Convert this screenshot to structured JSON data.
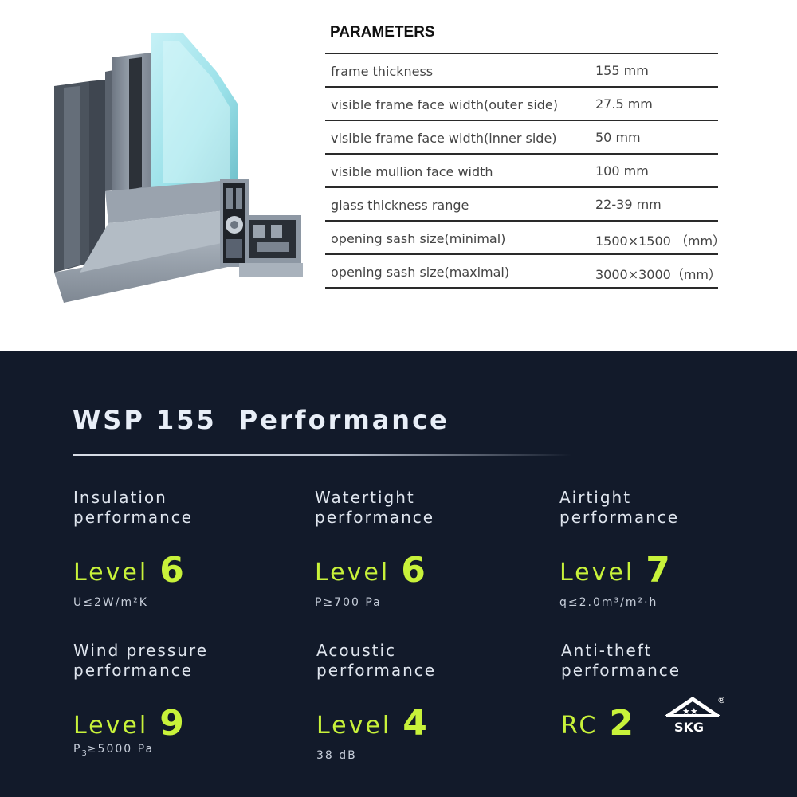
{
  "parameters": {
    "title": "PARAMETERS",
    "rows": [
      {
        "label": "frame thickness",
        "value": "155 mm"
      },
      {
        "label": "visible frame face width(outer side)",
        "value": "27.5 mm"
      },
      {
        "label": "visible frame face width(inner side)",
        "value": "50 mm"
      },
      {
        "label": "visible mullion face width",
        "value": "100 mm"
      },
      {
        "label": "glass thickness range",
        "value": "22-39 mm"
      },
      {
        "label": "opening sash size(minimal)",
        "value": "1500×1500  （mm）"
      },
      {
        "label": "opening sash size(maximal)",
        "value": "3000×3000（mm）"
      }
    ]
  },
  "performance": {
    "title_model": "WSP 155",
    "title_word": "Performance",
    "metrics": [
      {
        "name_line1": "Insulation",
        "name_line2": "performance",
        "level_word": "Level",
        "level_num": "6",
        "spec": "U≤2W/m²K"
      },
      {
        "name_line1": "Watertight",
        "name_line2": "performance",
        "level_word": "Level",
        "level_num": "6",
        "spec": "P≥700 Pa"
      },
      {
        "name_line1": "Airtight",
        "name_line2": "performance",
        "level_word": "Level",
        "level_num": "7",
        "spec": "q≤2.0m³/m²·h"
      },
      {
        "name_line1": "Wind pressure",
        "name_line2": "performance",
        "level_word": "Level",
        "level_num": "9",
        "spec_prefix": "P",
        "spec_sub": "3",
        "spec_rest": "≥5000 Pa"
      },
      {
        "name_line1": "Acoustic",
        "name_line2": "performance",
        "level_word": "Level",
        "level_num": "4",
        "spec": "38 dB"
      },
      {
        "name_line1": "Anti-theft",
        "name_line2": "performance",
        "level_word": "RC",
        "level_num": "2",
        "logo_text": "SKG",
        "logo_mark": "®"
      }
    ]
  },
  "colors": {
    "dark_background": "#121a2a",
    "accent_green": "#c8f23a",
    "title_text": "#e8eef7"
  }
}
